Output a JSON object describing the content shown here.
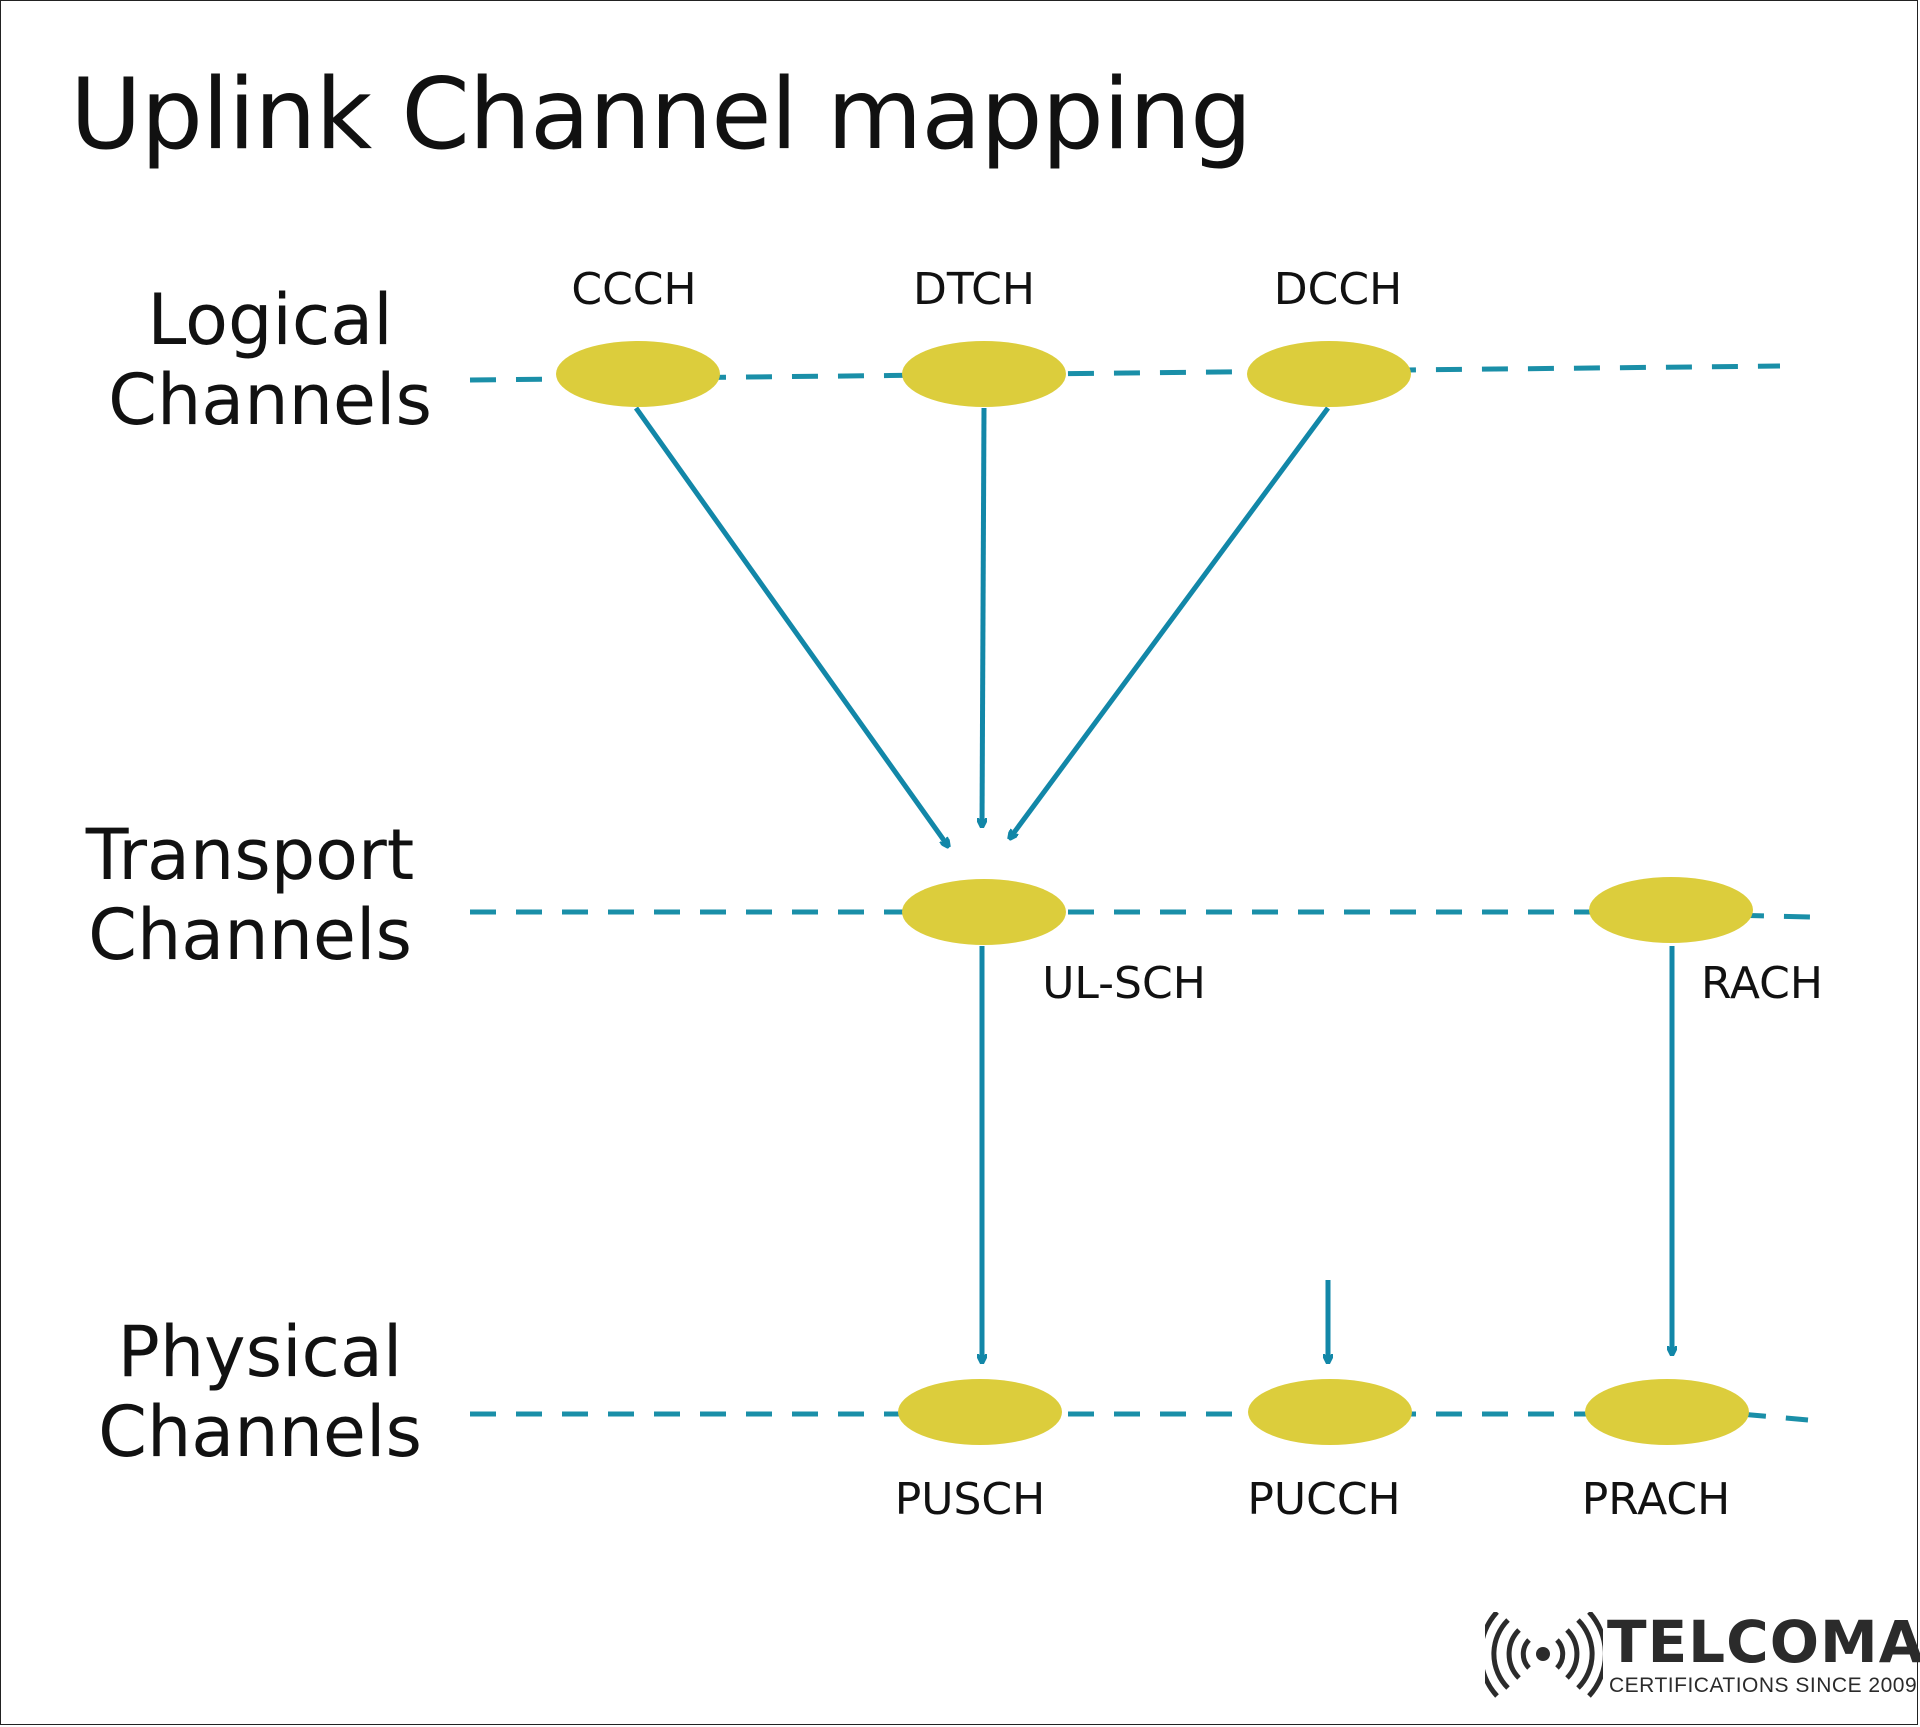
{
  "title": "Uplink Channel mapping",
  "layers": {
    "logical": {
      "line1": "Logical",
      "line2": "Channels"
    },
    "transport": {
      "line1": "Transport",
      "line2": "Channels"
    },
    "physical": {
      "line1": "Physical",
      "line2": "Channels"
    }
  },
  "nodes": {
    "ccch": "CCCH",
    "dtch": "DTCH",
    "dcch": "DCCH",
    "ulsch": "UL-SCH",
    "rach": "RACH",
    "pusch": "PUSCH",
    "pucch": "PUCCH",
    "prach": "PRACH"
  },
  "mappings": [
    {
      "from": "CCCH",
      "to": "UL-SCH"
    },
    {
      "from": "DTCH",
      "to": "UL-SCH"
    },
    {
      "from": "DCCH",
      "to": "UL-SCH"
    },
    {
      "from": "UL-SCH",
      "to": "PUSCH"
    },
    {
      "from": "RACH",
      "to": "PRACH"
    },
    {
      "from": "",
      "to": "PUCCH"
    }
  ],
  "colors": {
    "node_fill": "#dccd3c",
    "arrow": "#1287a8",
    "dash": "#1a8fa8"
  },
  "logo": {
    "name": "TELCOMA",
    "tagline": "CERTIFICATIONS SINCE 2009",
    "icon": "wireless-signal-icon"
  }
}
